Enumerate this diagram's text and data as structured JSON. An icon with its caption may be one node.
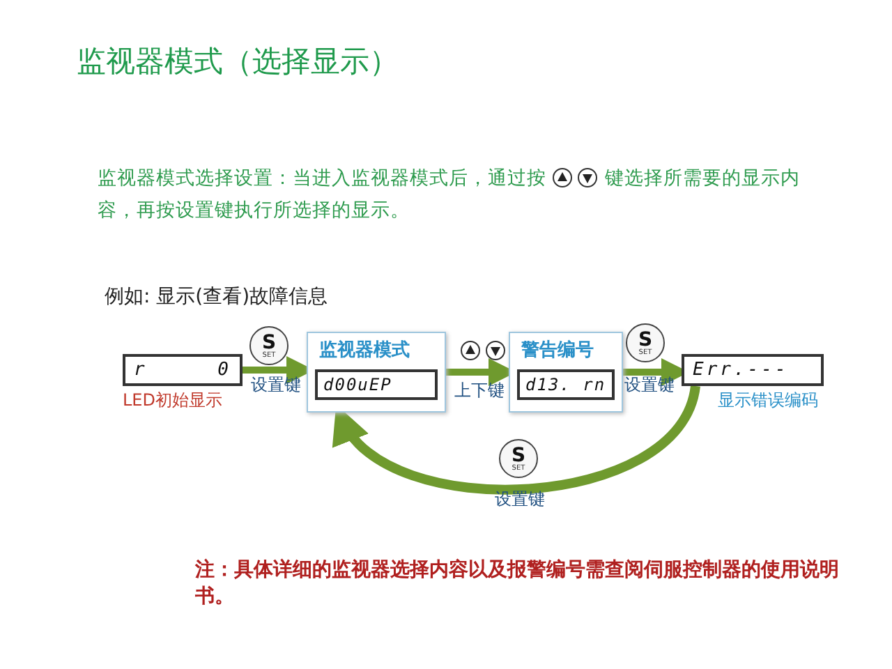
{
  "diagram": {
    "title": "监视器模式（选择显示）",
    "nodes": [
      {
        "text": [
          "r",
          "0"
        ],
        "beside": [
          "LED初始显示"
        ]
      },
      {
        "text": [
          "监视器模式",
          "d00uEP"
        ]
      },
      {
        "text": [
          "警告编号",
          "d13. rn"
        ]
      },
      {
        "text": [
          "Err.---"
        ],
        "beside": [
          "显示错误编码"
        ]
      }
    ],
    "edges": [
      {
        "from": 0,
        "to": 1,
        "arrow": "to",
        "label": "设置键"
      },
      {
        "from": 1,
        "to": 2,
        "arrow": "to",
        "label": "上下键"
      },
      {
        "from": 2,
        "to": 3,
        "arrow": "to",
        "label": "设置键"
      },
      {
        "from": 3,
        "to": 1,
        "arrow": "to",
        "label": "设置键"
      }
    ],
    "labels": [
      "监视器模式选择设置：当进入监视器模式后，通过按",
      "键选择所需要的显示内容，再按设置键执行所选择的显示。",
      "例如: 显示(查看)故障信息",
      "S",
      "SET",
      "S",
      "SET",
      "S",
      "SET",
      "注：具体详细的监视器选择内容以及报警编号需查阅伺服控制器的使用说明书。"
    ]
  }
}
